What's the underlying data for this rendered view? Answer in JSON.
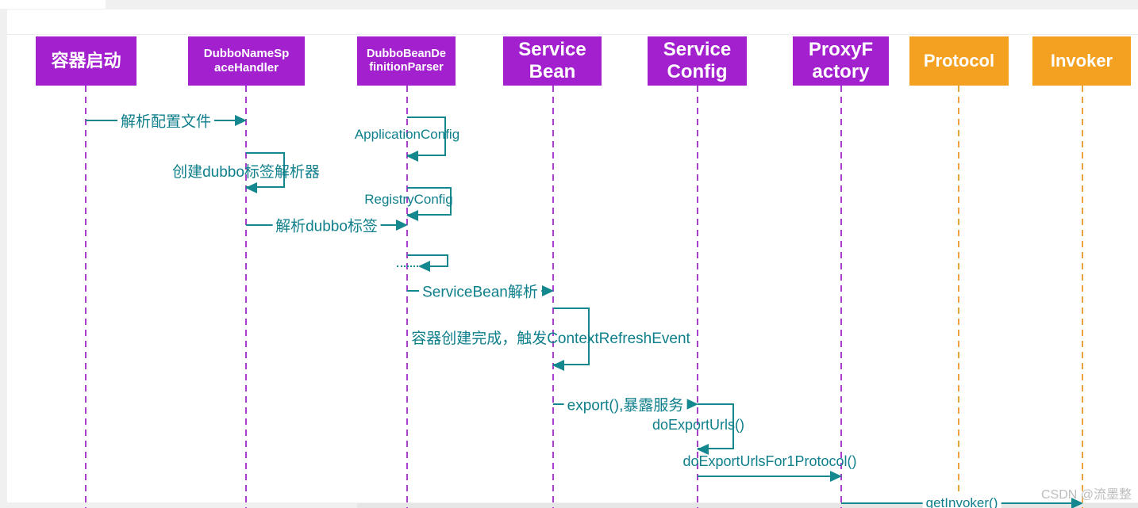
{
  "diagram_type": "sequence-diagram",
  "colors": {
    "purple": "#a320ce",
    "orange": "#f4a122",
    "lifeline-purple": "#a63fc9",
    "lifeline-orange": "#eaa33c",
    "teal": "#14888e",
    "teal-text": "#0e7f8b",
    "watermark": "#bdbdbd"
  },
  "actors": [
    {
      "label": "容器启动",
      "color": "purple"
    },
    {
      "label": "DubboNameSp\naceHandler",
      "color": "purple"
    },
    {
      "label": "DubboBeanDe\nfinitionParser",
      "color": "purple"
    },
    {
      "label": "Service\nBean",
      "color": "purple"
    },
    {
      "label": "Service\nConfig",
      "color": "purple"
    },
    {
      "label": "ProxyF\nactory",
      "color": "purple"
    },
    {
      "label": "Protocol",
      "color": "orange"
    },
    {
      "label": "Invoker",
      "color": "orange"
    }
  ],
  "sequence": [
    {
      "label": "解析配置文件",
      "from": "容器启动",
      "to": "DubboNameSpaceHandler",
      "kind": "call"
    },
    {
      "label": "ApplicationConfig",
      "from": "DubboBeanDefinitionParser",
      "to": "DubboBeanDefinitionParser",
      "kind": "self"
    },
    {
      "label": "创建dubbo标签解析器",
      "from": "DubboNameSpaceHandler",
      "to": "DubboNameSpaceHandler",
      "kind": "self"
    },
    {
      "label": "RegistryConfig",
      "from": "DubboBeanDefinitionParser",
      "to": "DubboBeanDefinitionParser",
      "kind": "self"
    },
    {
      "label": "解析dubbo标签",
      "from": "DubboNameSpaceHandler",
      "to": "DubboBeanDefinitionParser",
      "kind": "call"
    },
    {
      "label": "",
      "from": "DubboBeanDefinitionParser",
      "to": "DubboBeanDefinitionParser",
      "kind": "self-dotted"
    },
    {
      "label": "ServiceBean解析",
      "from": "DubboBeanDefinitionParser",
      "to": "ServiceBean",
      "kind": "call"
    },
    {
      "label": "容器创建完成，触发ContextRefreshEvent",
      "from": "ServiceBean",
      "to": "ServiceBean",
      "kind": "self"
    },
    {
      "label": "export(),暴露服务",
      "from": "ServiceBean",
      "to": "ServiceConfig",
      "kind": "call"
    },
    {
      "label": "doExportUrls()",
      "from": "ServiceConfig",
      "to": "ServiceConfig",
      "kind": "self"
    },
    {
      "label": "doExportUrlsFor1Protocol()",
      "from": "ServiceConfig",
      "to": "ProxyFactory",
      "kind": "call"
    },
    {
      "label": "getInvoker()",
      "from": "ProxyFactory",
      "to": "Invoker",
      "kind": "call"
    }
  ],
  "watermark": "CSDN @流墨整"
}
